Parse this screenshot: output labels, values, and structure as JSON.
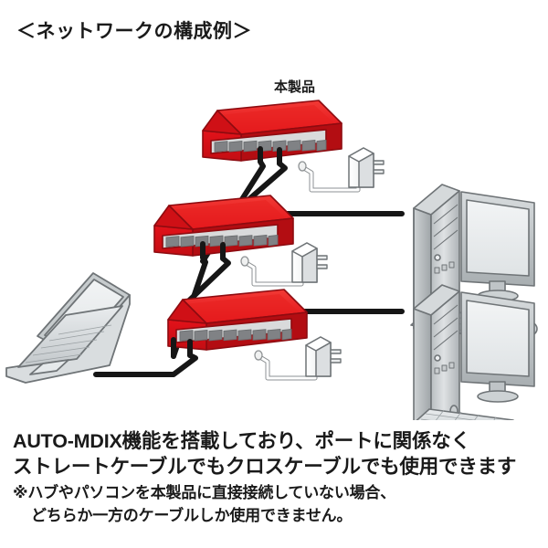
{
  "page": {
    "title": "＜ネットワークの構成例＞",
    "background_color": "#ffffff",
    "text_color": "#1a1a1a"
  },
  "labels": {
    "product_label": "本製品"
  },
  "caption": {
    "line1": "AUTO-MDIX機能を搭載しており、ポートに関係なく",
    "line2": "ストレートケーブルでもクロスケーブルでも使用できます",
    "note1": "※ハブやパソコンを本製品に直接接続していない場合、",
    "note2": "どちらか一方のケーブルしか使用できません。"
  },
  "colors": {
    "switch_red": "#e2121a",
    "switch_red_top": "#ef2a2a",
    "switch_red_dark": "#b30d12",
    "switch_outline": "#8d0b10",
    "port_gray": "#808285",
    "port_tray": "#d9dadb",
    "cable_black": "#161616",
    "cable_white": "#ffffff",
    "cable_white_outline": "#9a9a9a",
    "device_gray_light": "#e8eaeb",
    "device_gray_mid": "#c3c7c9",
    "device_gray_dark": "#9ea3a6",
    "device_outline": "#6f7477"
  },
  "diagram": {
    "type": "network-topology",
    "devices": [
      {
        "id": "switch-top",
        "kind": "ethernet-switch",
        "label": "本製品",
        "ports": 8,
        "color": "#e2121a"
      },
      {
        "id": "switch-middle",
        "kind": "ethernet-switch",
        "label": "",
        "ports": 8,
        "color": "#e2121a"
      },
      {
        "id": "switch-bottom",
        "kind": "ethernet-switch",
        "label": "",
        "ports": 8,
        "color": "#e2121a"
      },
      {
        "id": "desktop-top",
        "kind": "desktop-pc"
      },
      {
        "id": "desktop-bottom",
        "kind": "desktop-pc"
      },
      {
        "id": "laptop-left",
        "kind": "laptop-pc"
      },
      {
        "id": "adapter-top",
        "kind": "ac-adapter"
      },
      {
        "id": "adapter-middle",
        "kind": "ac-adapter"
      },
      {
        "id": "adapter-bottom",
        "kind": "ac-adapter"
      }
    ],
    "links": [
      {
        "from": "switch-top",
        "to": "desktop-top",
        "cable": "lan"
      },
      {
        "from": "switch-top",
        "to": "switch-middle",
        "cable": "lan"
      },
      {
        "from": "switch-middle",
        "to": "desktop-bottom",
        "cable": "lan"
      },
      {
        "from": "switch-middle",
        "to": "switch-bottom",
        "cable": "lan"
      },
      {
        "from": "switch-bottom",
        "to": "laptop-left",
        "cable": "lan"
      },
      {
        "from": "switch-top",
        "to": "adapter-top",
        "cable": "power"
      },
      {
        "from": "switch-middle",
        "to": "adapter-middle",
        "cable": "power"
      },
      {
        "from": "switch-bottom",
        "to": "adapter-bottom",
        "cable": "power"
      }
    ]
  }
}
